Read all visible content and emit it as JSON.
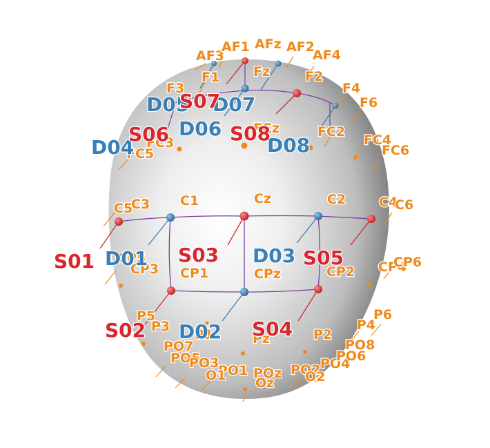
{
  "colors": {
    "background": "#ffffff",
    "head_light": "#ffffff",
    "head_mid": "#bdbdbd",
    "head_dark": "#6e6e6e",
    "electrode_label": "#ef8a1a",
    "source": "#d7262e",
    "detector": "#3a7fb5",
    "channel_line": "#7b3ea0"
  },
  "electrode_labels": {
    "AF3": "AF3",
    "AF1": "AF1",
    "AFz": "AFz",
    "AF2": "AF2",
    "AF4": "AF4",
    "F3": "F3",
    "F1": "F1",
    "Fz": "Fz",
    "F2": "F2",
    "F4": "F4",
    "F6": "F6",
    "FCz": "FCz",
    "FC2": "FC2",
    "FC3": "FC3",
    "FC5": "FC5",
    "FC4": "FC4",
    "FC6": "FC6",
    "C5": "C5",
    "C3": "C3",
    "C1": "C1",
    "Cz": "Cz",
    "C2": "C2",
    "C4": "C4",
    "C6": "C6",
    "CP5": "CP5",
    "CP3": "CP3",
    "CP1": "CP1",
    "CPz": "CPz",
    "CP2": "CP2",
    "CP4": "CP4",
    "CP6": "CP6",
    "P5": "P5",
    "P3": "P3",
    "P1": "P1",
    "Pz": "Pz",
    "P2": "P2",
    "P4": "P4",
    "P6": "P6",
    "PO7": "PO7",
    "PO5": "PO5",
    "PO3": "PO3",
    "PO1": "PO1",
    "POz": "POz",
    "PO2": "PO2",
    "PO4": "PO4",
    "PO6": "PO6",
    "PO8": "PO8",
    "O1": "O1",
    "Oz": "Oz",
    "O2": "O2"
  },
  "sources": [
    "S01",
    "S02",
    "S03",
    "S04",
    "S05",
    "S06",
    "S07",
    "S08"
  ],
  "detectors": [
    "D01",
    "D02",
    "D03",
    "D04",
    "D05",
    "D06",
    "D07",
    "D08"
  ]
}
